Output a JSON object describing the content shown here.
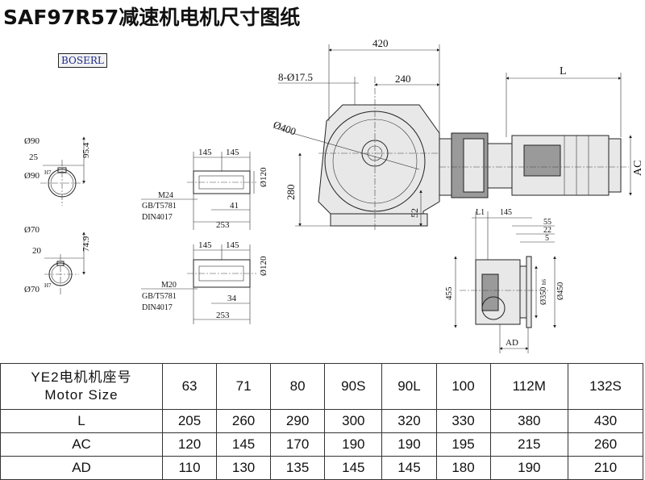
{
  "title": "SAF97R57减速机电机尺寸图纸",
  "brand": "BOSERL",
  "dims": {
    "d420": "420",
    "d240": "240",
    "holes": "8-Ø17.5",
    "flange": "Ø400",
    "h280": "280",
    "d52": "52",
    "L": "L",
    "AC": "AC",
    "bore90": "Ø90",
    "d25": "25",
    "d95_4": "95.4",
    "bore90h7": "Ø90",
    "h7a": "H7",
    "bore70": "Ø70",
    "d20": "20",
    "d74_9": "74.9",
    "bore70h7": "Ø70",
    "h7b": "H7",
    "s1_145a": "145",
    "s1_145b": "145",
    "s1_120": "Ø120",
    "s1_m24": "M24",
    "s1_gb": "GB/T5781",
    "s1_din": "DIN4017",
    "s1_41": "41",
    "s1_253": "253",
    "s2_145a": "145",
    "s2_145b": "145",
    "s2_120": "Ø120",
    "s2_m20": "M20",
    "s2_gb": "GB/T5781",
    "s2_din": "DIN4017",
    "s2_34": "34",
    "s2_253": "253",
    "v_L1": "L1",
    "v_145": "145",
    "v_55": "55",
    "v_22": "22",
    "v_5": "5",
    "v_455": "455",
    "v_350": "Ø350",
    "v_h6": "h6",
    "v_450": "Ø450",
    "v_AD": "AD"
  },
  "table": {
    "header_line1": "YE2电机机座号",
    "header_line2": "Motor Size",
    "sizes": [
      "63",
      "71",
      "80",
      "90S",
      "90L",
      "100",
      "112M",
      "132S"
    ],
    "rows": [
      {
        "label": "L",
        "values": [
          "205",
          "260",
          "290",
          "300",
          "320",
          "330",
          "380",
          "430"
        ]
      },
      {
        "label": "AC",
        "values": [
          "120",
          "145",
          "170",
          "190",
          "190",
          "195",
          "215",
          "260"
        ]
      },
      {
        "label": "AD",
        "values": [
          "110",
          "130",
          "135",
          "145",
          "145",
          "180",
          "190",
          "210"
        ]
      }
    ]
  }
}
